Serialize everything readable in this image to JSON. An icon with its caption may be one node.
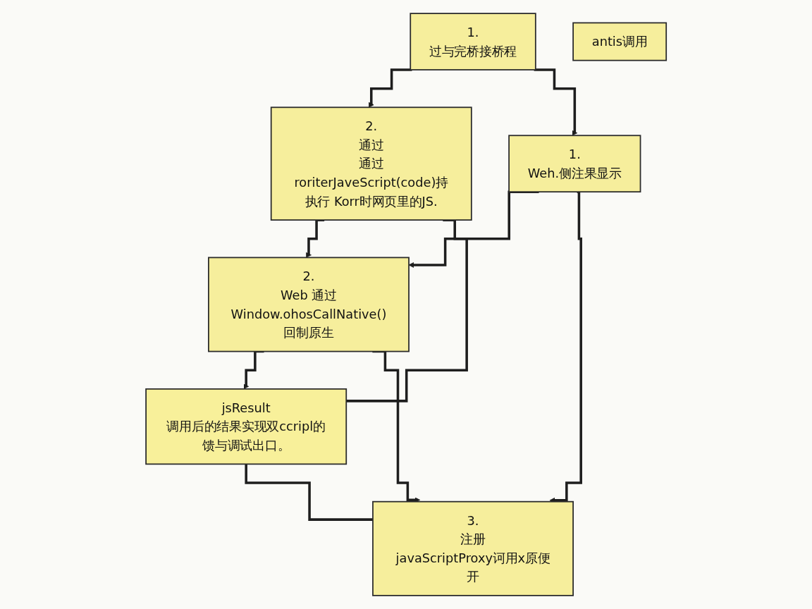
{
  "diagram": {
    "nodes": [
      {
        "text": [
          "1.",
          "过与完桥接桥程"
        ]
      },
      {
        "text": [
          "2.",
          "通过",
          "通过roriterJaveScript(code)持执行 Korr时网页里的JS."
        ]
      },
      {
        "text": [
          "1.",
          "Weh.侧注果显示"
        ]
      },
      {
        "text": [
          "2.",
          "Web 通过",
          "Window.ohosCallNative()回制原生"
        ]
      },
      {
        "text": [
          "antis调用"
        ]
      },
      {
        "text": [
          "3.",
          "注册",
          "javaScriptProxy诃用x原便开"
        ]
      },
      {
        "text": [
          "jsResult",
          "调用后的结果实现双ccripl的馈与调试出口。"
        ]
      }
    ],
    "edges": [
      {
        "from": 0,
        "to": 1,
        "arrow": "to"
      },
      {
        "from": 0,
        "to": 2,
        "arrow": "to"
      },
      {
        "from": 1,
        "to": 3,
        "arrow": "to"
      },
      {
        "from": 1,
        "to": 6,
        "arrow": "none"
      },
      {
        "from": 2,
        "to": 3,
        "arrow": "to"
      },
      {
        "from": 3,
        "to": 6,
        "arrow": "to"
      },
      {
        "from": 3,
        "to": 5,
        "arrow": "to"
      },
      {
        "from": 2,
        "to": 5,
        "arrow": "to"
      },
      {
        "from": 6,
        "to": 5,
        "arrow": "none"
      }
    ]
  }
}
